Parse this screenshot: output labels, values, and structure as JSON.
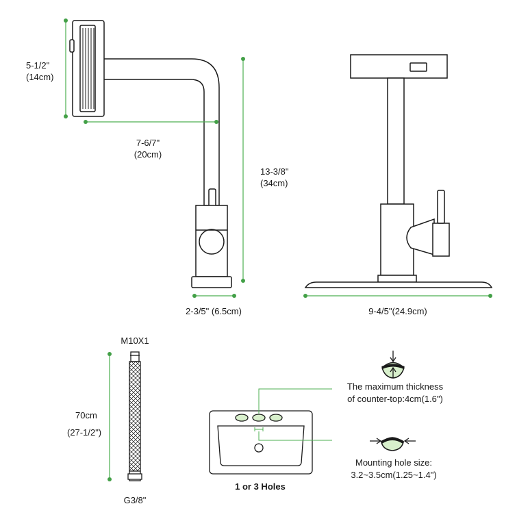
{
  "dims": {
    "spray_height_in": "5-1/2\"",
    "spray_height_cm": "(14cm)",
    "reach_in": "7-6/7\"",
    "reach_cm": "(20cm)",
    "height_in": "13-3/8\"",
    "height_cm": "(34cm)",
    "base_width": "2-3/5\" (6.5cm)",
    "plate_width": "9-4/5\"(24.9cm)"
  },
  "hose": {
    "top_thread": "M10X1",
    "length_cm": "70cm",
    "length_in": "(27-1/2\")",
    "bottom_thread": "G3/8\""
  },
  "sink": {
    "caption": "1 or 3 Holes"
  },
  "notes": {
    "thickness_line1": "The maximum thickness",
    "thickness_line2": "of counter-top:4cm(1.6\")",
    "hole_line1": "Mounting hole size:",
    "hole_line2": "3.2~3.5cm(1.25~1.4\")"
  },
  "colors": {
    "line": "#1a1a1a",
    "dimension": "#4caf50",
    "dimension_dot": "#43a047",
    "hole_fill": "#d8f0cc"
  }
}
